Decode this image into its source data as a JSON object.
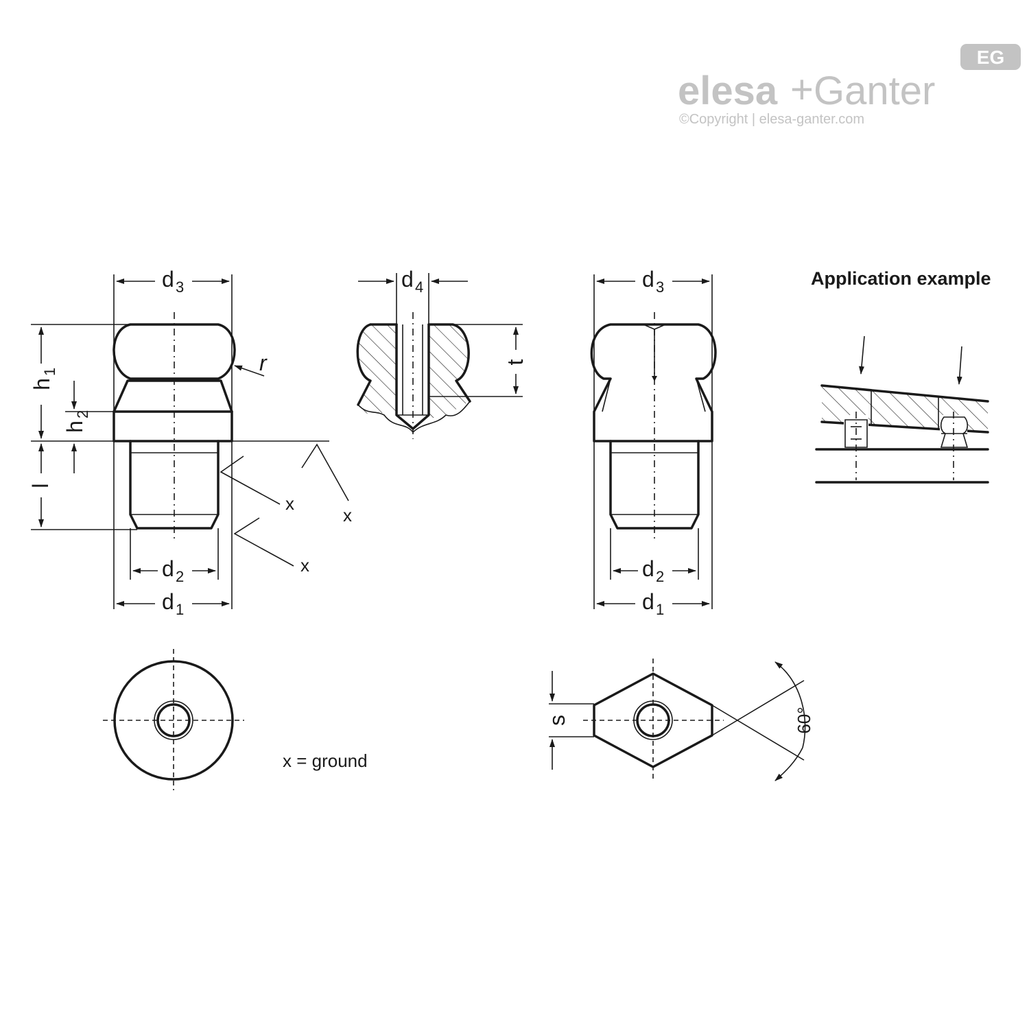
{
  "logo": {
    "brand_part1": "elesa",
    "brand_plus": "+",
    "brand_part2": "Ganter",
    "badge": "EG",
    "copyright": "©Copyright | elesa-ganter.com"
  },
  "labels": {
    "d": "d",
    "h": "h",
    "sub1": "1",
    "sub2": "2",
    "sub3": "3",
    "sub4": "4",
    "r": "r",
    "l": "l",
    "t": "t",
    "s": "s",
    "x": "x",
    "angle": "60°"
  },
  "legend": {
    "ground_note": "x = ground"
  },
  "application": {
    "title": "Application example"
  }
}
